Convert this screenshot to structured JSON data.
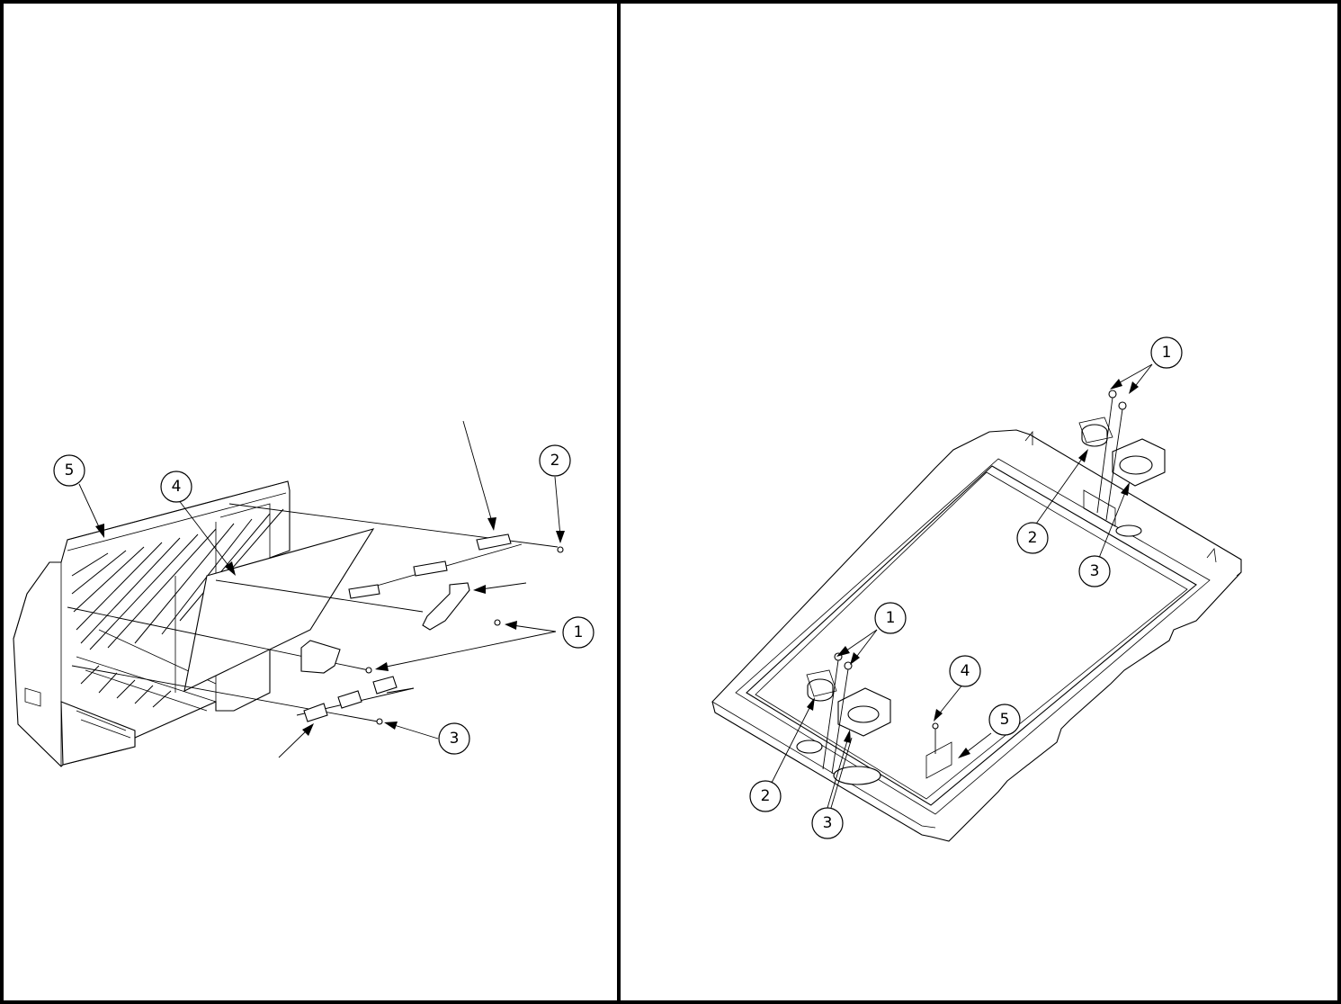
{
  "left_view": {
    "callouts": [
      {
        "id": "l1",
        "label": "1"
      },
      {
        "id": "l2",
        "label": "2"
      },
      {
        "id": "l3",
        "label": "3"
      },
      {
        "id": "l4",
        "label": "4"
      },
      {
        "id": "l5",
        "label": "5"
      }
    ]
  },
  "right_view": {
    "callouts": [
      {
        "id": "r1a",
        "label": "1"
      },
      {
        "id": "r2a",
        "label": "2"
      },
      {
        "id": "r3a",
        "label": "3"
      },
      {
        "id": "r1b",
        "label": "1"
      },
      {
        "id": "r2b",
        "label": "2"
      },
      {
        "id": "r3b",
        "label": "3"
      },
      {
        "id": "r4",
        "label": "4"
      },
      {
        "id": "r5",
        "label": "5"
      }
    ]
  }
}
